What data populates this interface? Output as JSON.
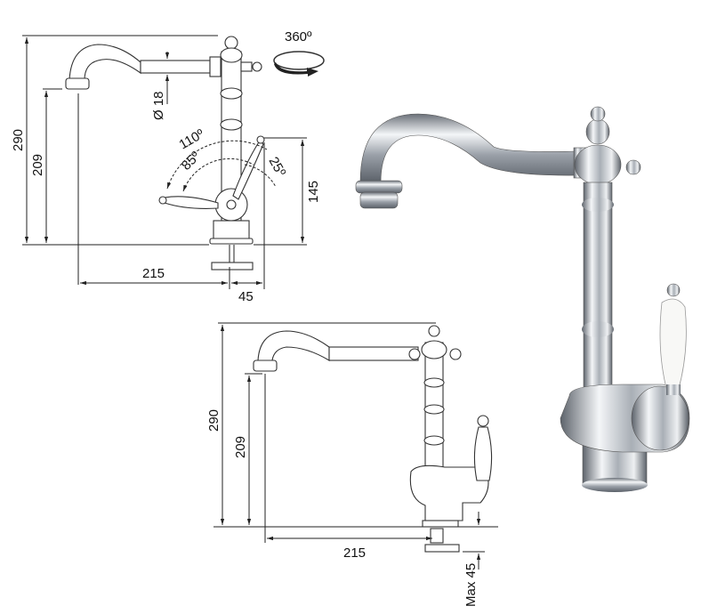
{
  "top_drawing": {
    "height_total": "290",
    "height_spout": "209",
    "diameter": "Ø 18",
    "rotation": "360º",
    "angle_max": "110º",
    "angle_mid": "85º",
    "angle_min": "25º",
    "lever_height": "145",
    "reach": "215",
    "offset": "45"
  },
  "bottom_drawing": {
    "height_total": "290",
    "height_spout": "209",
    "reach": "215",
    "max_thickness": "Max 45"
  },
  "colors": {
    "line": "#222222",
    "chrome_light": "#f4f6f8",
    "chrome_dark": "#6a7078",
    "handle": "#f8f8f6"
  }
}
